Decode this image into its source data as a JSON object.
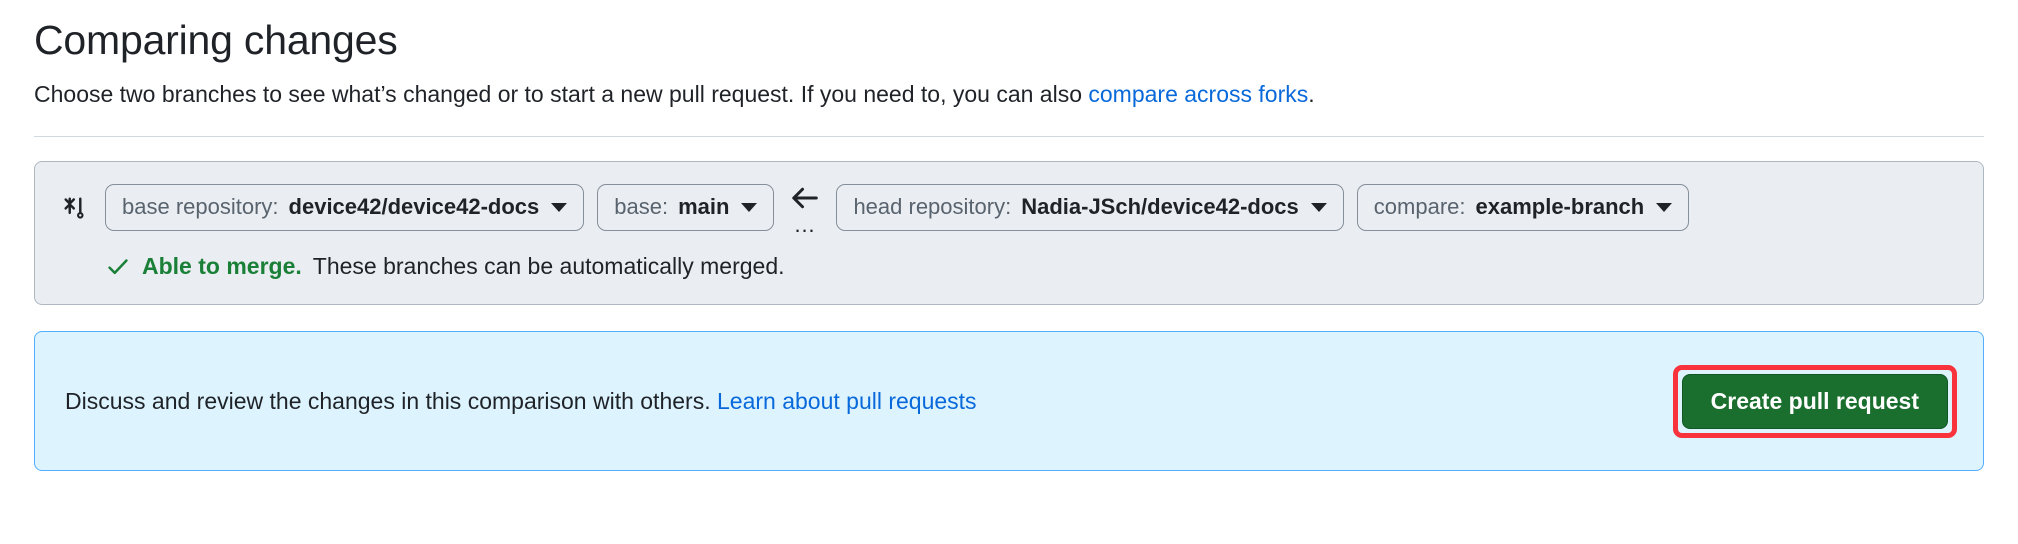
{
  "header": {
    "title": "Comparing changes",
    "subtitle_part1": "Choose two branches to see what’s changed or to start a new pull request. If you need to, you can also ",
    "subtitle_link": "compare across forks",
    "subtitle_part2": "."
  },
  "compare": {
    "icon_name": "git-compare-icon",
    "base_repository": {
      "label": "base repository:",
      "value": "device42/device42-docs",
      "caret_icon": "chevron-down-icon"
    },
    "base_branch": {
      "label": "base:",
      "value": "main",
      "caret_icon": "chevron-down-icon"
    },
    "direction": {
      "arrow_icon": "arrow-left-icon",
      "dots": "…"
    },
    "head_repository": {
      "label": "head repository:",
      "value": "Nadia-JSch/device42-docs",
      "caret_icon": "chevron-down-icon"
    },
    "compare_branch": {
      "label": "compare:",
      "value": "example-branch",
      "caret_icon": "chevron-down-icon"
    },
    "merge_status": {
      "icon_name": "check-icon",
      "strong": "Able to merge.",
      "rest": "These branches can be automatically merged.",
      "color": "#1a7f37"
    }
  },
  "pr_banner": {
    "text": "Discuss and review the changes in this comparison with others.",
    "link": "Learn about pull requests",
    "button_label": "Create pull request",
    "button_color": "#1a6e2e",
    "highlight_color": "#f8333c",
    "background": "#ddf4ff",
    "border": "#54aeff"
  }
}
